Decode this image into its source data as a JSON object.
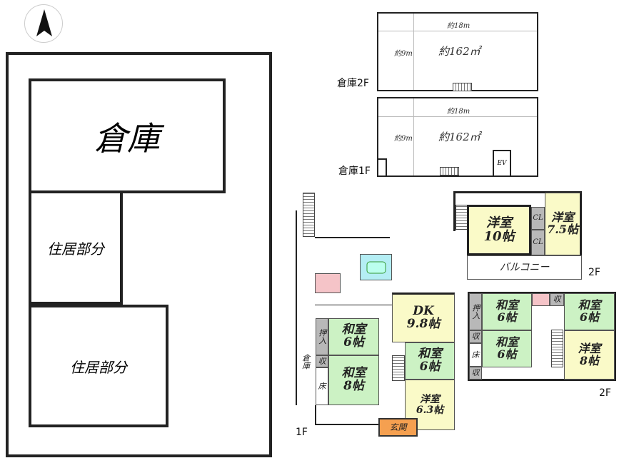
{
  "compass": {
    "icon": "north-arrow-icon"
  },
  "site_plan": {
    "warehouse": "倉庫",
    "residence_upper": "住居部分",
    "residence_lower": "住居部分"
  },
  "warehouse_2f": {
    "label": "倉庫2F",
    "width": "約18m",
    "depth": "約9m",
    "area": "約162㎡"
  },
  "warehouse_1f": {
    "label": "倉庫1F",
    "width": "約18m",
    "depth": "約9m",
    "area": "約162㎡",
    "elevator": "EV"
  },
  "house_1f": {
    "label": "1F",
    "storage": "倉庫",
    "oshiire": "押入",
    "shu": "収",
    "toko": "床",
    "washitsu_6a": "和室\n6帖",
    "washitsu_8": "和室\n8帖",
    "dk": "DK\n9.8帖",
    "washitsu_6b": "和室\n6帖",
    "yoshitsu_63": "洋室\n6.3帖",
    "entrance": "玄関"
  },
  "house_2f_upper": {
    "label": "2F",
    "yoshitsu_10": "洋室\n10帖",
    "yoshitsu_75": "洋室\n7.5帖",
    "closet_1": "CL",
    "closet_2": "CL",
    "balcony": "バルコニー"
  },
  "house_2f_lower": {
    "label": "2F",
    "oshiire": "押入",
    "shu_1": "収",
    "toko": "床",
    "shu_2": "収",
    "shu_3": "収",
    "washitsu_6a": "和室\n6帖",
    "washitsu_6b": "和室\n6帖",
    "washitsu_6c": "和室\n6帖",
    "yoshitsu_8": "洋室\n8帖"
  }
}
